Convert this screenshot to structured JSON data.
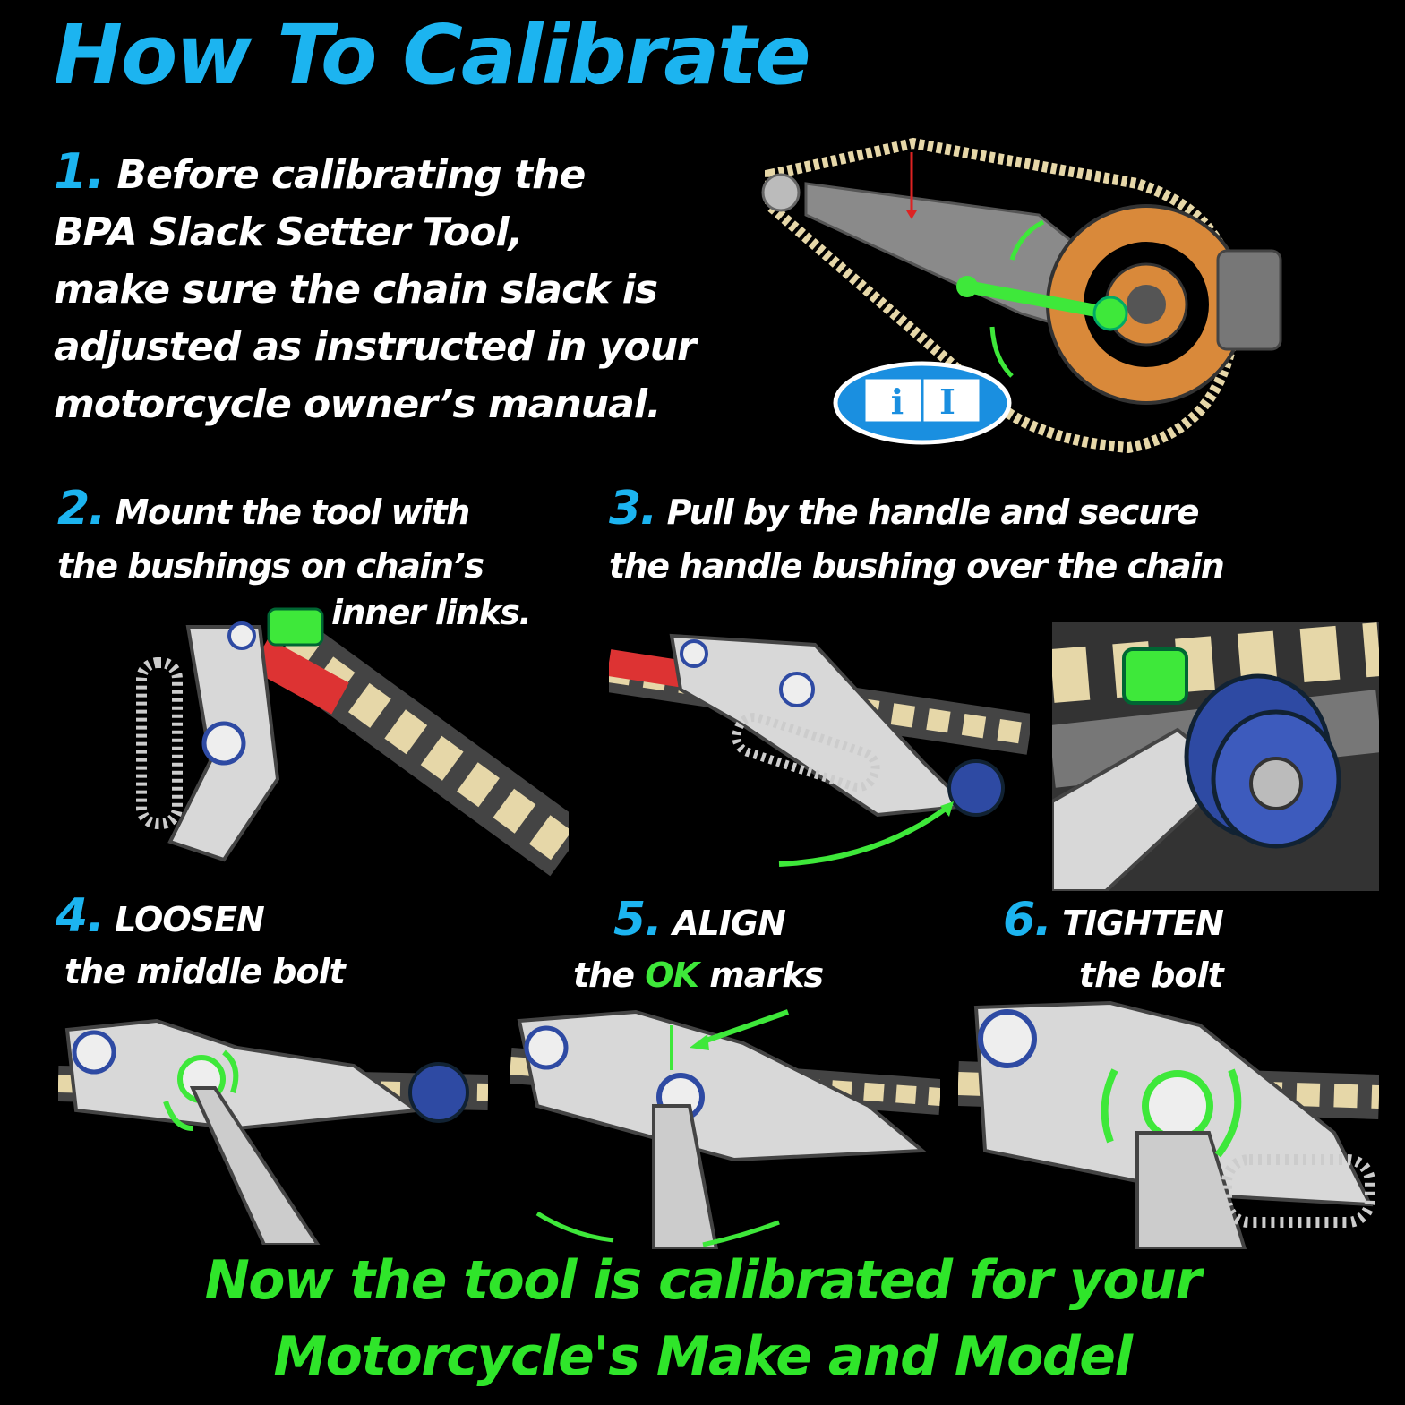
{
  "title": "How To Calibrate",
  "colors": {
    "blue": "#1cb4f0",
    "green": "#2fe52a",
    "chain_gold": "#e6d7a8",
    "tool_gray": "#cfcfcf",
    "bushing_blue": "#2e4aa3",
    "sprocket": "#d9893a"
  },
  "steps": [
    {
      "number": "1.",
      "lines": [
        "Before calibrating the",
        "BPA Slack Setter Tool,",
        "make sure the chain slack is",
        "adjusted as instructed in your",
        "motorcycle owner’s manual."
      ]
    },
    {
      "number": "2.",
      "lines": [
        "Mount the tool with",
        "the bushings on chain’s",
        "inner links."
      ]
    },
    {
      "number": "3.",
      "lines": [
        "Pull by the handle and secure",
        "the handle bushing over the chain"
      ]
    },
    {
      "number": "4.",
      "lines": [
        "LOOSEN",
        "the middle bolt"
      ]
    },
    {
      "number": "5.",
      "line1": "ALIGN",
      "line2_pre": "the ",
      "line2_ok": "OK",
      "line2_post": " marks"
    },
    {
      "number": "6.",
      "lines": [
        "TIGHTEN",
        "the bolt"
      ]
    }
  ],
  "footer": {
    "line1": "Now the tool is calibrated for your",
    "line2": "Motorcycle's Make and Model"
  },
  "manual_icon": {
    "name": "owner-manual-icon",
    "letters": "i I"
  }
}
